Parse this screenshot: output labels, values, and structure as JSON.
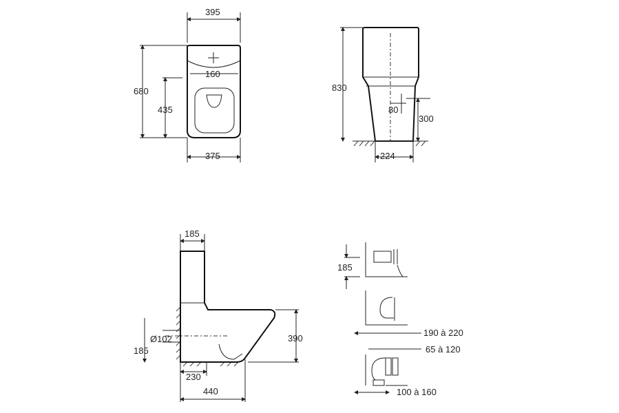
{
  "front_view": {
    "top_width": "395",
    "inlet_spacing": "160",
    "total_depth": "680",
    "seat_depth": "435",
    "bottom_width": "375"
  },
  "side_view": {
    "height": "830",
    "outlet_offset": "80",
    "outlet_height": "300",
    "base_width": "224"
  },
  "profile_view": {
    "tank_depth": "185",
    "outlet_diameter": "Ø102",
    "outlet_height": "185",
    "seat_height": "390",
    "outlet_distance": "230",
    "total_length": "440"
  },
  "connection_details": {
    "horizontal_height": "185",
    "floor_range": "190 à 220",
    "offset_range": "65 à 120",
    "wall_range": "100 à 160"
  }
}
